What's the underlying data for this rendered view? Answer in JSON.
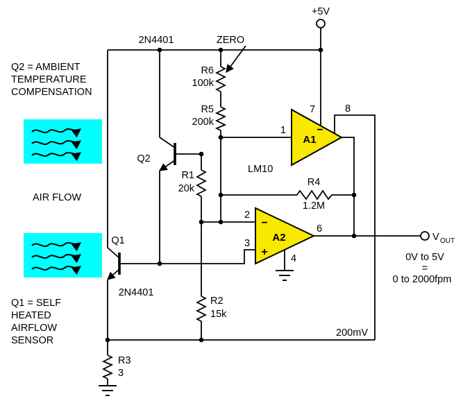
{
  "schematic": {
    "supply_label": "+5V",
    "zero_label": "ZERO",
    "ic_label": "LM10",
    "ref_label": "200mV",
    "opamps": {
      "a1": "A1",
      "a2": "A2",
      "minus": "−",
      "plus": "+"
    },
    "pins": {
      "p1": "1",
      "p2": "2",
      "p3": "3",
      "p4": "4",
      "p6": "6",
      "p7": "7",
      "p8": "8"
    },
    "transistors": {
      "q2_ref": "Q2",
      "q2_part": "2N4401",
      "q1_ref": "Q1",
      "q1_part": "2N4401"
    },
    "resistors": {
      "r1": {
        "name": "R1",
        "value": "20k"
      },
      "r2": {
        "name": "R2",
        "value": "15k"
      },
      "r3": {
        "name": "R3",
        "value": "3"
      },
      "r4": {
        "name": "R4",
        "value": "1.2M"
      },
      "r5": {
        "name": "R5",
        "value": "200k"
      },
      "r6": {
        "name": "R6",
        "value": "100k"
      }
    },
    "output": {
      "v": "V",
      "sub": "OUT",
      "volt_range": "0V to 5V",
      "equals": "=",
      "flow_range": "0 to 2000fpm"
    }
  },
  "annotations": {
    "q2_note": [
      "Q2 = AMBIENT",
      "TEMPERATURE",
      "COMPENSATION"
    ],
    "air_flow": "AIR FLOW",
    "q1_note": [
      "Q1 = SELF",
      "HEATED",
      "AIRFLOW",
      "SENSOR"
    ]
  },
  "colors": {
    "opamp_fill": "#f9e800",
    "flow_box": "#00ffff",
    "wire": "#000000",
    "background": "#ffffff"
  }
}
